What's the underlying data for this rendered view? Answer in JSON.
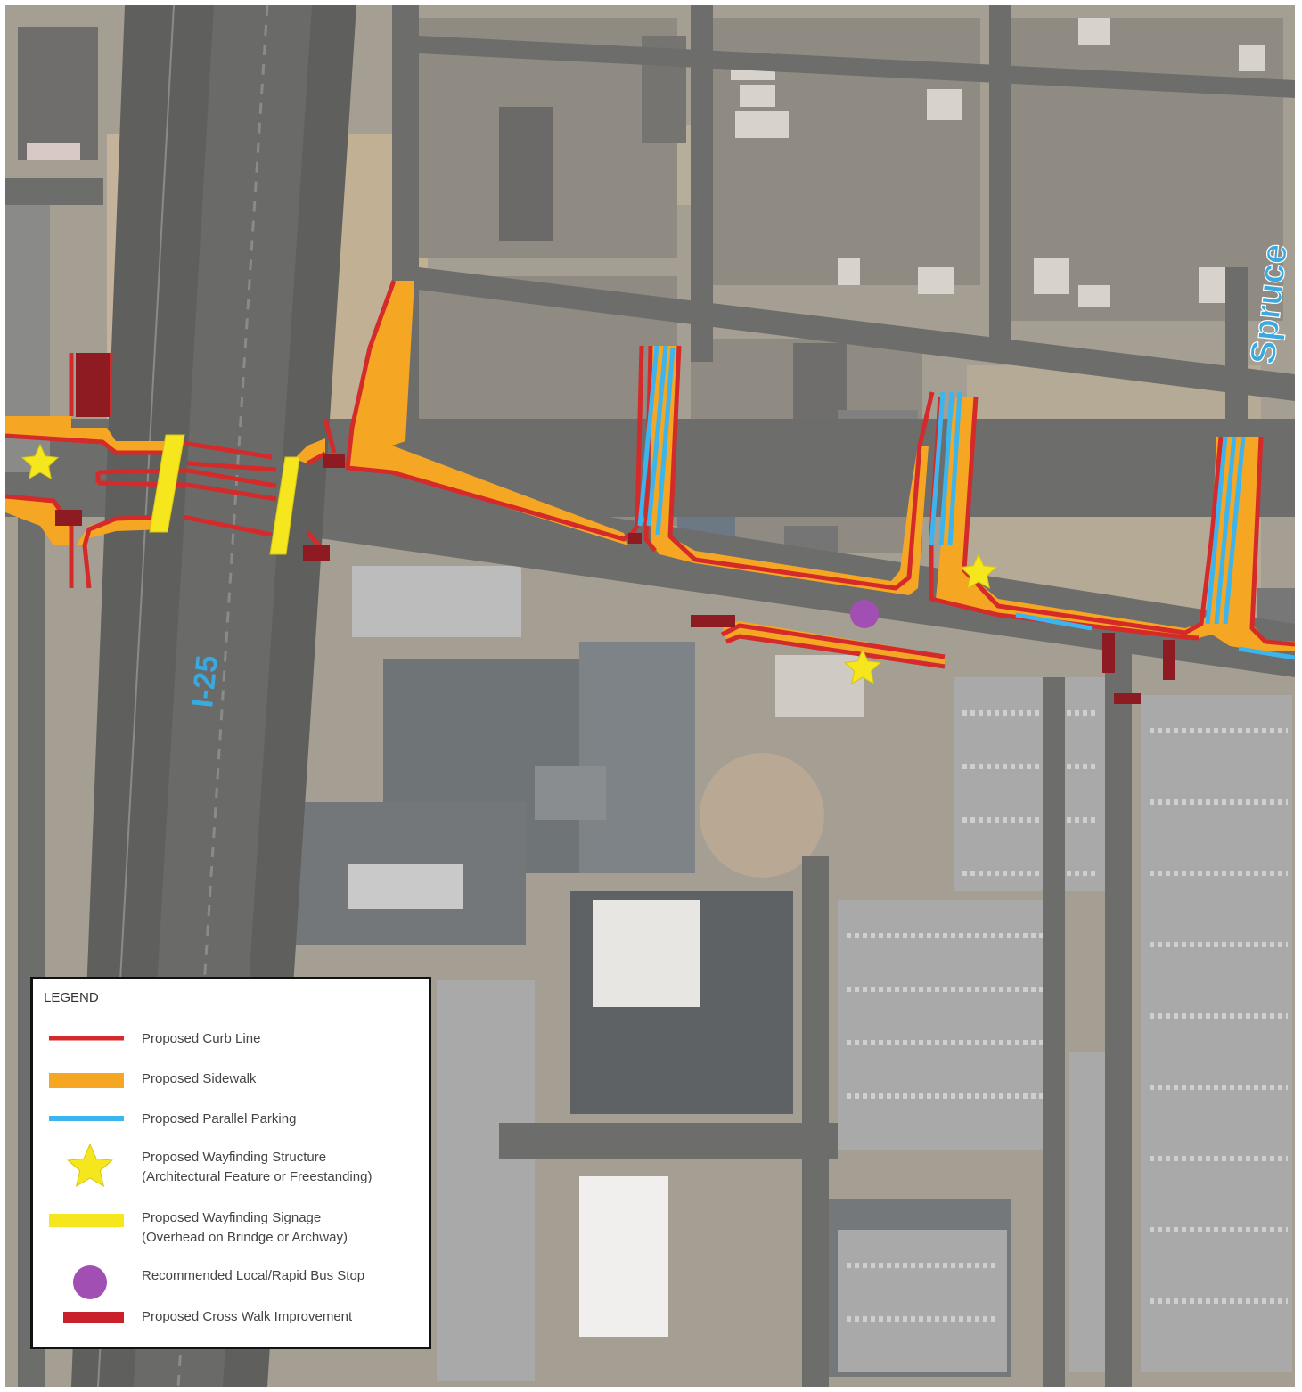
{
  "streets": {
    "interstate": "I-25",
    "spruce": "Spruce"
  },
  "legend": {
    "title": "LEGEND",
    "items": [
      {
        "key": "curb",
        "line1": "Proposed Curb Line",
        "line2": "",
        "color": "#d42a2a"
      },
      {
        "key": "sidewalk",
        "line1": "Proposed Sidewalk",
        "line2": "",
        "color": "#f5a623"
      },
      {
        "key": "parking",
        "line1": "Proposed Parallel Parking",
        "line2": "",
        "color": "#3cb4ee"
      },
      {
        "key": "structure",
        "line1": "Proposed Wayfinding Structure",
        "line2": "(Architectural Feature or Freestanding)",
        "color": "#f5e61e"
      },
      {
        "key": "signage",
        "line1": "Proposed Wayfinding Signage",
        "line2": "(Overhead on Brindge or Archway)",
        "color": "#f5e61e"
      },
      {
        "key": "busstop",
        "line1": "Recommended Local/Rapid Bus Stop",
        "line2": "",
        "color": "#a24fb3"
      },
      {
        "key": "crosswalk",
        "line1": "Proposed Cross Walk Improvement",
        "line2": "",
        "color": "#c8212b"
      }
    ]
  },
  "colors": {
    "curb": "#d42a2a",
    "sidewalk": "#f5a623",
    "parking": "#3cb4ee",
    "wayfinding": "#f5e61e",
    "busstop": "#a24fb3",
    "crosswalk": "#8e1a22",
    "street_label": "#3aa9e0"
  }
}
